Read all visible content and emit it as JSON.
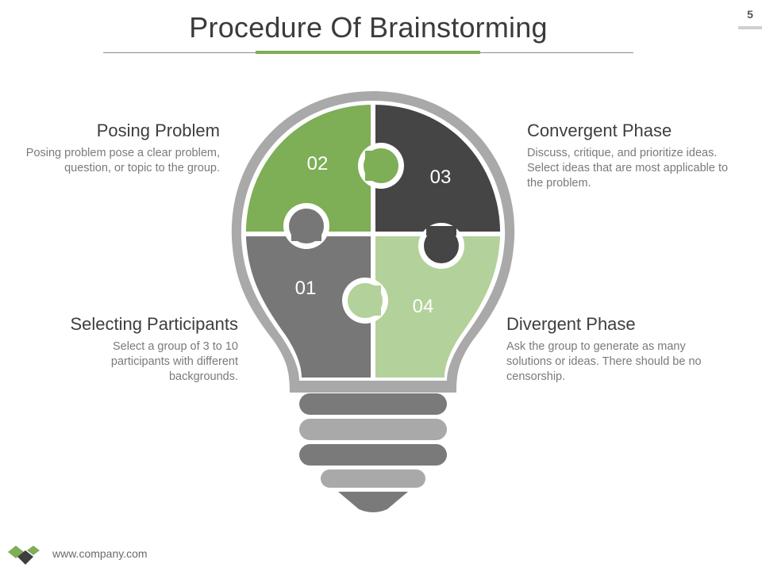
{
  "slide": {
    "title": "Procedure Of Brainstorming",
    "page_number": "5",
    "footer_url": "www.company.com"
  },
  "steps": [
    {
      "number": "01",
      "heading": "Selecting Participants",
      "description": "Select a group of 3 to 10 participants with different backgrounds."
    },
    {
      "number": "02",
      "heading": "Posing Problem",
      "description": "Posing problem pose a clear problem, question, or topic to the group."
    },
    {
      "number": "03",
      "heading": "Convergent Phase",
      "description": "Discuss, critique, and prioritize ideas. Select ideas that are most applicable to the problem."
    },
    {
      "number": "04",
      "heading": "Divergent Phase",
      "description": "Ask the group to generate as many solutions or ideas. There should be no censorship."
    }
  ],
  "colors": {
    "green": "#7eae55",
    "dark_gray": "#454545",
    "mid_gray": "#777777",
    "light_green": "#b3d19a",
    "bulb_outline": "#a9a9a9"
  },
  "icons": {
    "logo": "company-logo-icon",
    "bulb": "lightbulb-puzzle-icon"
  }
}
